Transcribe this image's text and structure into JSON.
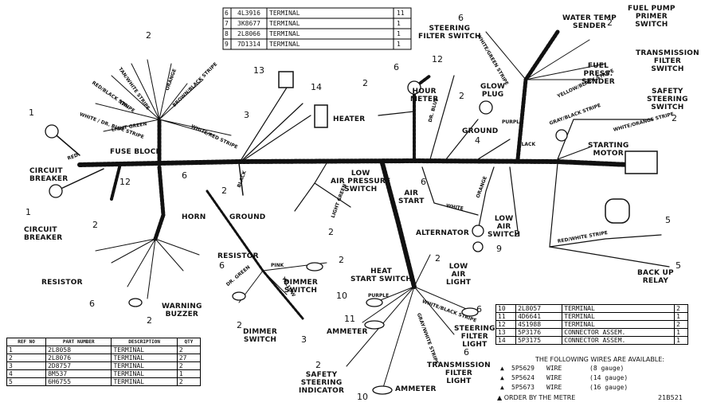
{
  "top_parts": [
    {
      "ref": "6",
      "part": "4L3916",
      "desc": "TERMINAL",
      "qty": "11"
    },
    {
      "ref": "7",
      "part": "3K8677",
      "desc": "TERMINAL",
      "qty": "1"
    },
    {
      "ref": "8",
      "part": "2L8066",
      "desc": "TERMINAL",
      "qty": "1"
    },
    {
      "ref": "9",
      "part": "7D1314",
      "desc": "TERMINAL",
      "qty": "1"
    }
  ],
  "left_table": {
    "headers": [
      "REF NO",
      "PART NUMBER",
      "DESCRIPTION",
      "QTY"
    ],
    "rows": [
      {
        "ref": "1",
        "part": "2L8058",
        "desc": "TERMINAL",
        "qty": "2"
      },
      {
        "ref": "2",
        "part": "2L8076",
        "desc": "TERMINAL",
        "qty": "27"
      },
      {
        "ref": "3",
        "part": "2D8757",
        "desc": "TERMINAL",
        "qty": "2"
      },
      {
        "ref": "4",
        "part": "8M537",
        "desc": "TERMINAL",
        "qty": "1"
      },
      {
        "ref": "5",
        "part": "6H6755",
        "desc": "TERMINAL",
        "qty": "2"
      }
    ]
  },
  "right_table": {
    "rows": [
      {
        "ref": "10",
        "part": "2L8057",
        "desc": "TERMINAL",
        "qty": "2"
      },
      {
        "ref": "11",
        "part": "4D6641",
        "desc": "TERMINAL",
        "qty": "1"
      },
      {
        "ref": "12",
        "part": "4S1988",
        "desc": "TERMINAL",
        "qty": "2"
      },
      {
        "ref": "13",
        "part": "5P3176",
        "desc": "CONNECTOR ASSEM.",
        "qty": "1"
      },
      {
        "ref": "14",
        "part": "5P3175",
        "desc": "CONNECTOR ASSEM.",
        "qty": "1"
      }
    ],
    "available_note": "THE FOLLOWING WIRES ARE AVAILABLE:",
    "wires": [
      {
        "mark": "▲",
        "part": "5P5629",
        "desc": "WIRE",
        "gauge": "(8 gauge)"
      },
      {
        "mark": "▲",
        "part": "5P5624",
        "desc": "WIRE",
        "gauge": "(14 gauge)"
      },
      {
        "mark": "▲",
        "part": "5P5673",
        "desc": "WIRE",
        "gauge": "(16 gauge)"
      }
    ],
    "order_note": "▲ ORDER BY THE METRE"
  },
  "figure_id": "21B521",
  "labels": {
    "circuit_breaker_1": "CIRCUIT\nBREAKER",
    "circuit_breaker_2": "CIRCUIT\nBREAKER",
    "fuse_block": "FUSE BLOCK",
    "heater": "HEATER",
    "ground_1": "GROUND",
    "ground_2": "GROUND",
    "horn": "HORN",
    "resistor_1": "RESISTOR",
    "resistor_2": "RESISTOR",
    "warning_buzzer": "WARNING\nBUZZER",
    "dimmer_switch_1": "DIMMER\nSWITCH",
    "dimmer_switch_2": "DIMMER\nSWITCH",
    "low_air_pressure_switch": "LOW\nAIR PRESSURE\nSWITCH",
    "air_start": "AIR\nSTART",
    "alternator": "ALTERNATOR",
    "low_air_switch": "LOW\nAIR\nSWITCH",
    "heat_start_switch": "HEAT\nSTART SWITCH",
    "low_air_light": "LOW\nAIR\nLIGHT",
    "ammeter_1": "AMMETER",
    "ammeter_2": "AMMETER",
    "steering_filter_light": "STEERING\nFILTER\nLIGHT",
    "transmission_filter_light": "TRANSMISSION\nFILTER\nLIGHT",
    "safety_steering_indicator": "SAFETY\nSTEERING\nINDICATOR",
    "steering_filter_switch": "STEERING\nFILTER SWITCH",
    "hour_meter": "HOUR\nMETER",
    "glow_plug": "GLOW\nPLUG",
    "water_temp_sender": "WATER TEMP\nSENDER",
    "fuel_pump_primer_switch": "FUEL PUMP\nPRIMER\nSWITCH",
    "transmission_filter_switch": "TRANSMISSION\nFILTER\nSWITCH",
    "fuel_press_sender": "FUEL\nPRESS.\nSENDER",
    "safety_steering_switch": "SAFETY\nSTEERING\nSWITCH",
    "starting_motor": "STARTING\nMOTOR",
    "back_up_relay": "BACK UP\nRELAY"
  },
  "wire_colors": {
    "red_black_stripe": "RED/BLACK STRIPE",
    "tan_white_stripe": "TAN/WHITE STRIPE",
    "orange": "ORANGE",
    "brown_black_stripe": "BROWN/BLACK STRIPE",
    "tan": "TAN",
    "white_dr_blue_stripe": "WHITE / DR. BLUE STRIPE",
    "light_green": "LIGHT GREEN",
    "white_red_stripe": "WHITE/RED STRIPE",
    "red": "RED",
    "black": "BLACK",
    "white": "WHITE",
    "purple": "PURPLE",
    "yellow": "YELLOW",
    "pink": "PINK",
    "dr_green": "DR. GREEN",
    "gray": "GRAY",
    "yellow_black_stripe": "YELLOW/BLACK STRIPE",
    "gray_black_stripe": "GRAY/BLACK STRIPE",
    "white_orange_stripe": "WHITE/ORANGE STRIPE",
    "white_green_stripe": "WHITE/GREEN STRIPE",
    "red_white_stripe": "RED/WHITE STRIPE",
    "dr_blue": "DR. BLUE",
    "white_black_stripe": "WHITE/BLACK STRIPE",
    "gray_white_stripe": "GRAY/WHITE STRIPE"
  },
  "ref_numbers": {
    "n1": "1",
    "n2": "2",
    "n3": "3",
    "n4": "4",
    "n5": "5",
    "n6": "6",
    "n7": "7",
    "n8": "8",
    "n9": "9",
    "n10": "10",
    "n11": "11",
    "n12": "12",
    "n13": "13",
    "n14": "14"
  }
}
